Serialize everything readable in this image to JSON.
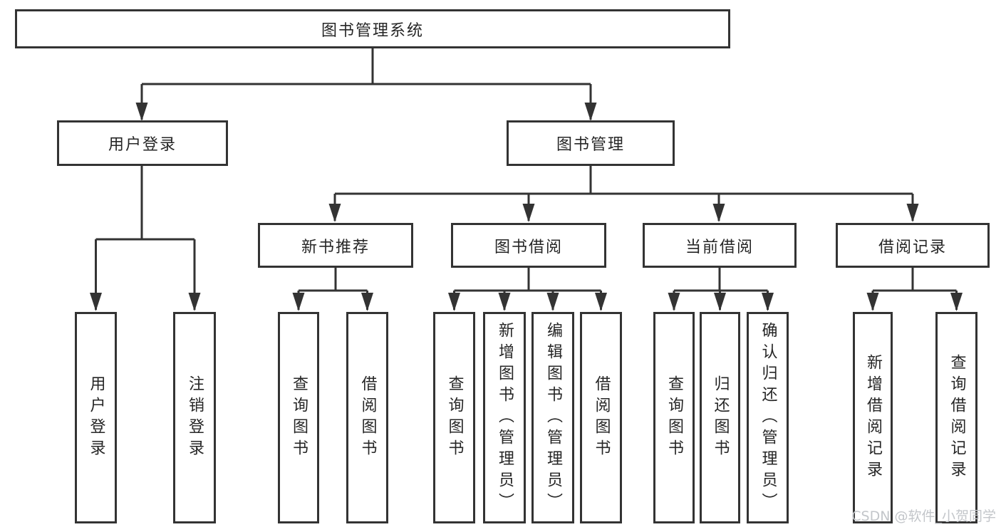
{
  "colors": {
    "line": "#333333",
    "text": "#262626",
    "watermark": "#c3c6ca",
    "background": "#ffffff"
  },
  "watermark": {
    "text": "CSDN @软件_小贺同学"
  },
  "tree": {
    "label": "图书管理系统",
    "children": [
      {
        "label": "用户登录",
        "children": [
          {
            "label": "用户登录"
          },
          {
            "label": "注销登录"
          }
        ]
      },
      {
        "label": "图书管理",
        "children": [
          {
            "label": "新书推荐",
            "children": [
              {
                "label": "查询图书"
              },
              {
                "label": "借阅图书"
              }
            ]
          },
          {
            "label": "图书借阅",
            "children": [
              {
                "label": "查询图书"
              },
              {
                "label": "新增图书（管理员）"
              },
              {
                "label": "编辑图书（管理员）"
              },
              {
                "label": "借阅图书"
              }
            ]
          },
          {
            "label": "当前借阅",
            "children": [
              {
                "label": "查询图书"
              },
              {
                "label": "归还图书"
              },
              {
                "label": "确认归还（管理员）"
              }
            ]
          },
          {
            "label": "借阅记录",
            "children": [
              {
                "label": "新增借阅记录"
              },
              {
                "label": "查询借阅记录"
              }
            ]
          }
        ]
      }
    ]
  }
}
